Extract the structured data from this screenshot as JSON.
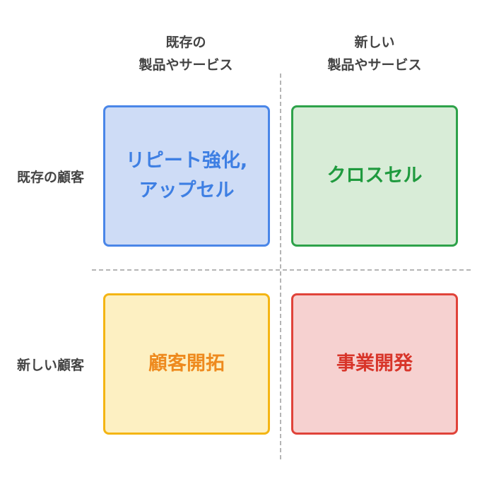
{
  "columns": {
    "existing": [
      "既存の",
      "製品やサービス"
    ],
    "new": [
      "新しい",
      "製品やサービス"
    ]
  },
  "rows": {
    "existing": "既存の顧客",
    "new": "新しい顧客"
  },
  "quadrants": {
    "top_left": {
      "lines": [
        "リピート強化,",
        "アップセル"
      ],
      "text_color": "#3e7fe3",
      "fill": "#cedcf6",
      "border": "#4a86e8"
    },
    "top_right": {
      "lines": [
        "クロスセル"
      ],
      "text_color": "#1f9a3e",
      "fill": "#d8ecd7",
      "border": "#2ea24a"
    },
    "bottom_left": {
      "lines": [
        "顧客開拓"
      ],
      "text_color": "#ee8a1e",
      "fill": "#fdf0c2",
      "border": "#f4b514"
    },
    "bottom_right": {
      "lines": [
        "事業開発"
      ],
      "text_color": "#d8352a",
      "fill": "#f6d1d0",
      "border": "#e0433a"
    }
  }
}
